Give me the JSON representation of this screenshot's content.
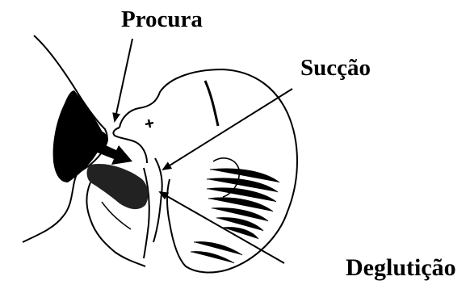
{
  "labels": {
    "procura": "Procura",
    "succao": "Sucção",
    "degluticao": "Deglutição"
  },
  "colors": {
    "ink": "#000000",
    "background": "#ffffff"
  }
}
